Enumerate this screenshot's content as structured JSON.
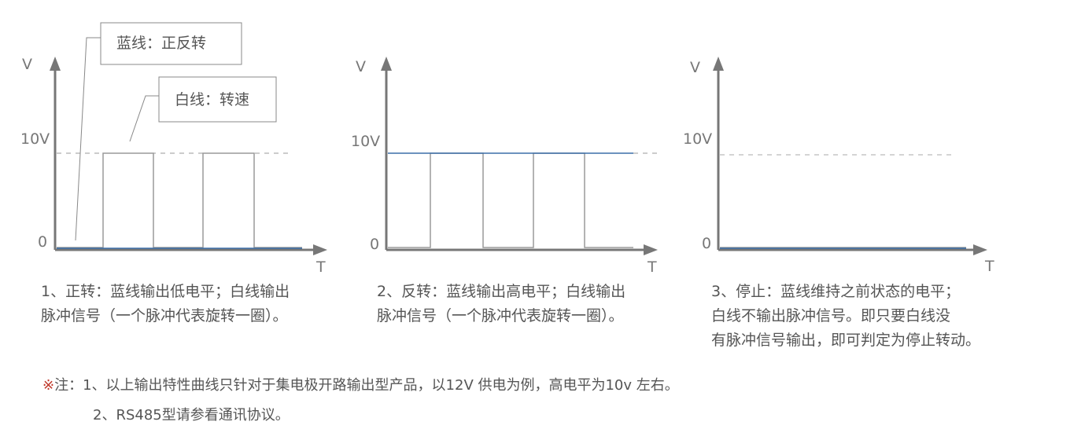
{
  "colors": {
    "axis": "#777777",
    "signal": "#9a9a9a",
    "blue_line": "#3b6ea8",
    "dashed": "#999999",
    "note_mark": "#c0392b"
  },
  "axis_labels": {
    "y": "V",
    "x": "T",
    "high": "10V",
    "zero": "0"
  },
  "callouts": {
    "blue": "蓝线：正反转",
    "white": "白线：转速"
  },
  "panels": [
    {
      "caption_lines": [
        "1、正转：蓝线输出低电平；白线输出",
        "脉冲信号（一个脉冲代表旋转一圈）。"
      ]
    },
    {
      "caption_lines": [
        "2、反转：蓝线输出高电平；白线输出",
        "脉冲信号（一个脉冲代表旋转一圈）。"
      ]
    },
    {
      "caption_lines": [
        "3、停止：蓝线维持之前状态的电平；",
        "白线不输出脉冲信号。即只要白线没",
        "有脉冲信号输出，即可判定为停止转动。"
      ]
    }
  ],
  "notes": {
    "mark": "※",
    "line1": "注：1、以上输出特性曲线只针对于集电极开路输出型产品，以12V 供电为例，高电平为10v 左右。",
    "line2": "2、RS485型请参看通讯协议。"
  }
}
